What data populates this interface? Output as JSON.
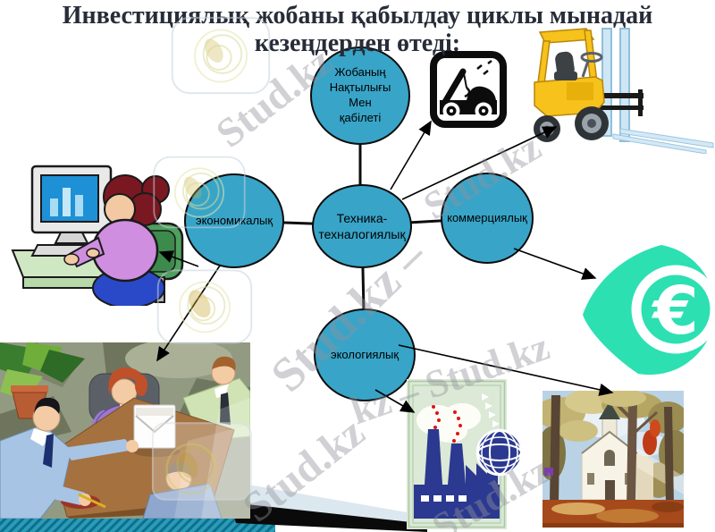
{
  "title": {
    "line1": "Инвестициялық жобаны қабылдау циклы мынадай",
    "line2": "кезеңдерден өтеді:"
  },
  "diagram": {
    "top_circle": "Жобаның\nНақтылығы\nМен\nқабілеті",
    "center_circle": "Техника-\nтехналогиялық",
    "left_circle": "экономикалық",
    "right_circle": "коммерциялық",
    "bottom_circle": "экологиялық"
  },
  "euro_symbol": "€",
  "watermarks": [
    {
      "text": "Stud.kz"
    },
    {
      "text": "Stud.kz"
    },
    {
      "text": "Stud.kz –"
    },
    {
      "text": "kz – Stud.kz"
    },
    {
      "text": "Stud.kz"
    },
    {
      "text": "Stud.kz"
    }
  ],
  "cliparts": {
    "top_left": "woman-working-at-computer",
    "top_right_small": "tow-truck-icon",
    "top_right_large": "forklift",
    "right": "euro-currency-badge",
    "bottom_left": "business-meeting",
    "bottom_center": "factory-smoke-globe-card",
    "bottom_right": "church-autumn-painting",
    "watermark_logo": "studkz-rings-logo"
  },
  "colors": {
    "title_color": "#272c38",
    "circle_fill": "#38a4c8",
    "euro_teal": "#2ce0b2",
    "footer_teal": "#2a9cb8",
    "footer_stripe": "#0f6f8e",
    "factory_navy": "#2b3990",
    "watermark_gray": "rgba(145,145,155,0.42)"
  }
}
